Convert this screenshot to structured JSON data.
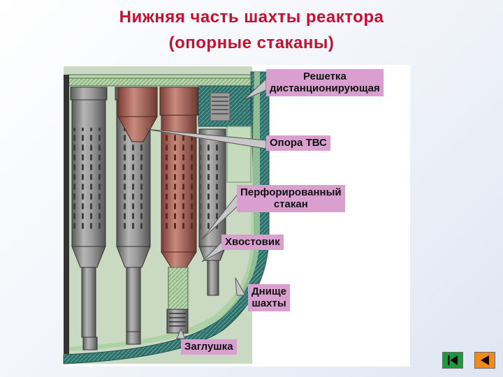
{
  "slide": {
    "title_line1": "Нижняя часть шахты реактора",
    "title_line2": "(опорные стаканы)"
  },
  "diagram": {
    "labels": {
      "grid": [
        "Решетка",
        "дистанционирующая"
      ],
      "tvs_support": "Опора ТВС",
      "perforated_cup": [
        "Перфорированный",
        "стакан"
      ],
      "shank": "Хвостовик",
      "shaft_bottom": [
        "Днище",
        "шахты"
      ],
      "plug": "Заглушка"
    },
    "colors": {
      "label_bg": "#d9a0cf",
      "cup_gray": "#8d8d8d",
      "support_red": "#b06a5e",
      "wall_teal": "#2f6f6a",
      "grid_green": "#9fc098"
    }
  },
  "navigation": {
    "first_icon": "first-slide-icon",
    "prev_icon": "previous-slide-icon"
  }
}
